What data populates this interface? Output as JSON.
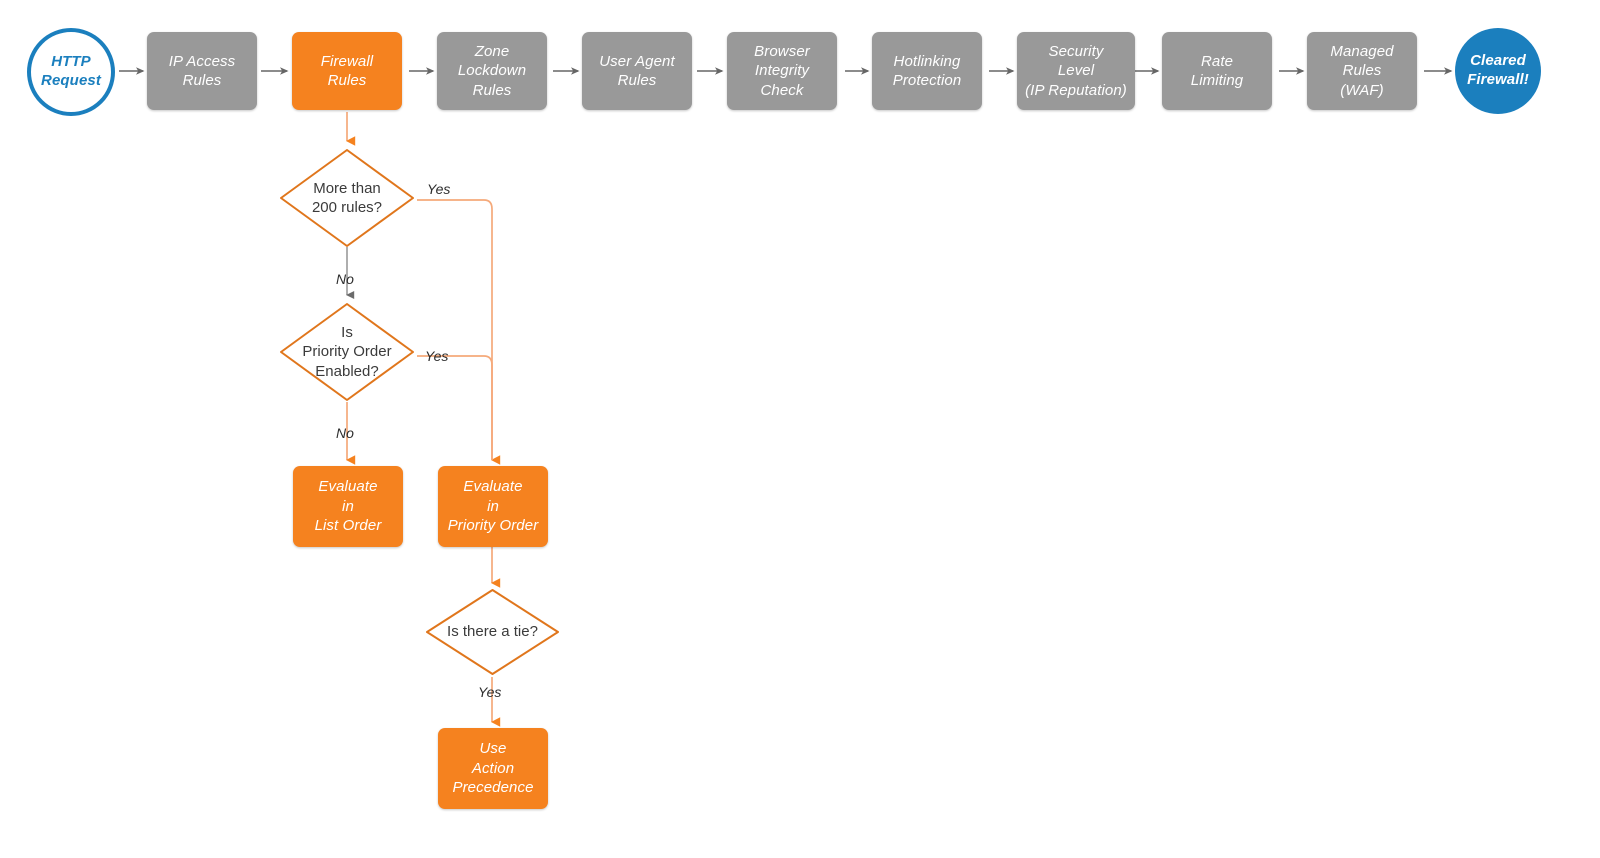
{
  "diagram": {
    "title": "Cloudflare Firewall Rules Evaluation Order",
    "colors": {
      "gray": "#999999",
      "orange": "#F5821F",
      "orange_stroke": "#E0761C",
      "orange_wire": "#F5A97A",
      "blue": "#1B7FBE",
      "gray_wire": "#666666",
      "text_dark": "#3b3b3b",
      "background": "#FFFFFF"
    },
    "pipeline": {
      "start": {
        "label": "HTTP\nRequest",
        "shape": "circle-hollow"
      },
      "stages": [
        {
          "label": "IP Access\nRules",
          "color": "gray"
        },
        {
          "label": "Firewall\nRules",
          "color": "orange"
        },
        {
          "label": "Zone\nLockdown\nRules",
          "color": "gray"
        },
        {
          "label": "User Agent\nRules",
          "color": "gray"
        },
        {
          "label": "Browser\nIntegrity\nCheck",
          "color": "gray"
        },
        {
          "label": "Hotlinking\nProtection",
          "color": "gray"
        },
        {
          "label": "Security\nLevel\n(IP Reputation)",
          "color": "gray"
        },
        {
          "label": "Rate\nLimiting",
          "color": "gray"
        },
        {
          "label": "Managed\nRules\n(WAF)",
          "color": "gray"
        }
      ],
      "end": {
        "label": "Cleared\nFirewall!",
        "shape": "circle-filled"
      }
    },
    "decisions": [
      {
        "id": "more-than-200-rules",
        "label": "More than\n200 rules?"
      },
      {
        "id": "is-priority-order-enabled",
        "label": "Is\nPriority Order\nEnabled?"
      },
      {
        "id": "is-there-a-tie",
        "label": "Is there a tie?"
      }
    ],
    "outcomes": [
      {
        "id": "evaluate-in-list-order",
        "label": "Evaluate\nin\nList Order"
      },
      {
        "id": "evaluate-in-priority-order",
        "label": "Evaluate\nin\nPriority Order"
      },
      {
        "id": "use-action-precedence",
        "label": "Use\nAction\nPrecedence"
      }
    ],
    "edge_labels": {
      "rules_yes": "Yes",
      "rules_no": "No",
      "priority_yes": "Yes",
      "priority_no": "No",
      "tie_yes": "Yes"
    }
  }
}
